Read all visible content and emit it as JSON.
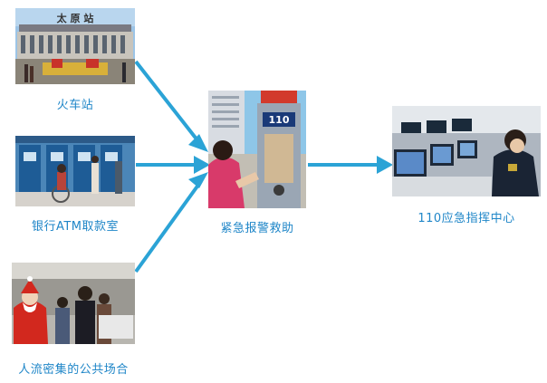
{
  "nodes": {
    "train_station": {
      "label": "火车站",
      "sign": "太 原 站",
      "image": "train-station-photo"
    },
    "bank_atm": {
      "label": "银行ATM取款室",
      "image": "atm-room-photo"
    },
    "crowded_places": {
      "label": "人流密集的公共场合",
      "image": "crowd-photo"
    },
    "emergency_alarm": {
      "label": "紧急报警救助",
      "pillar_text": "110",
      "image": "alarm-pillar-photo"
    },
    "command_center": {
      "label": "110应急指挥中心",
      "image": "command-center-photo"
    }
  },
  "colors": {
    "arrow": "#2ba3d6",
    "label": "#1f86c8"
  }
}
